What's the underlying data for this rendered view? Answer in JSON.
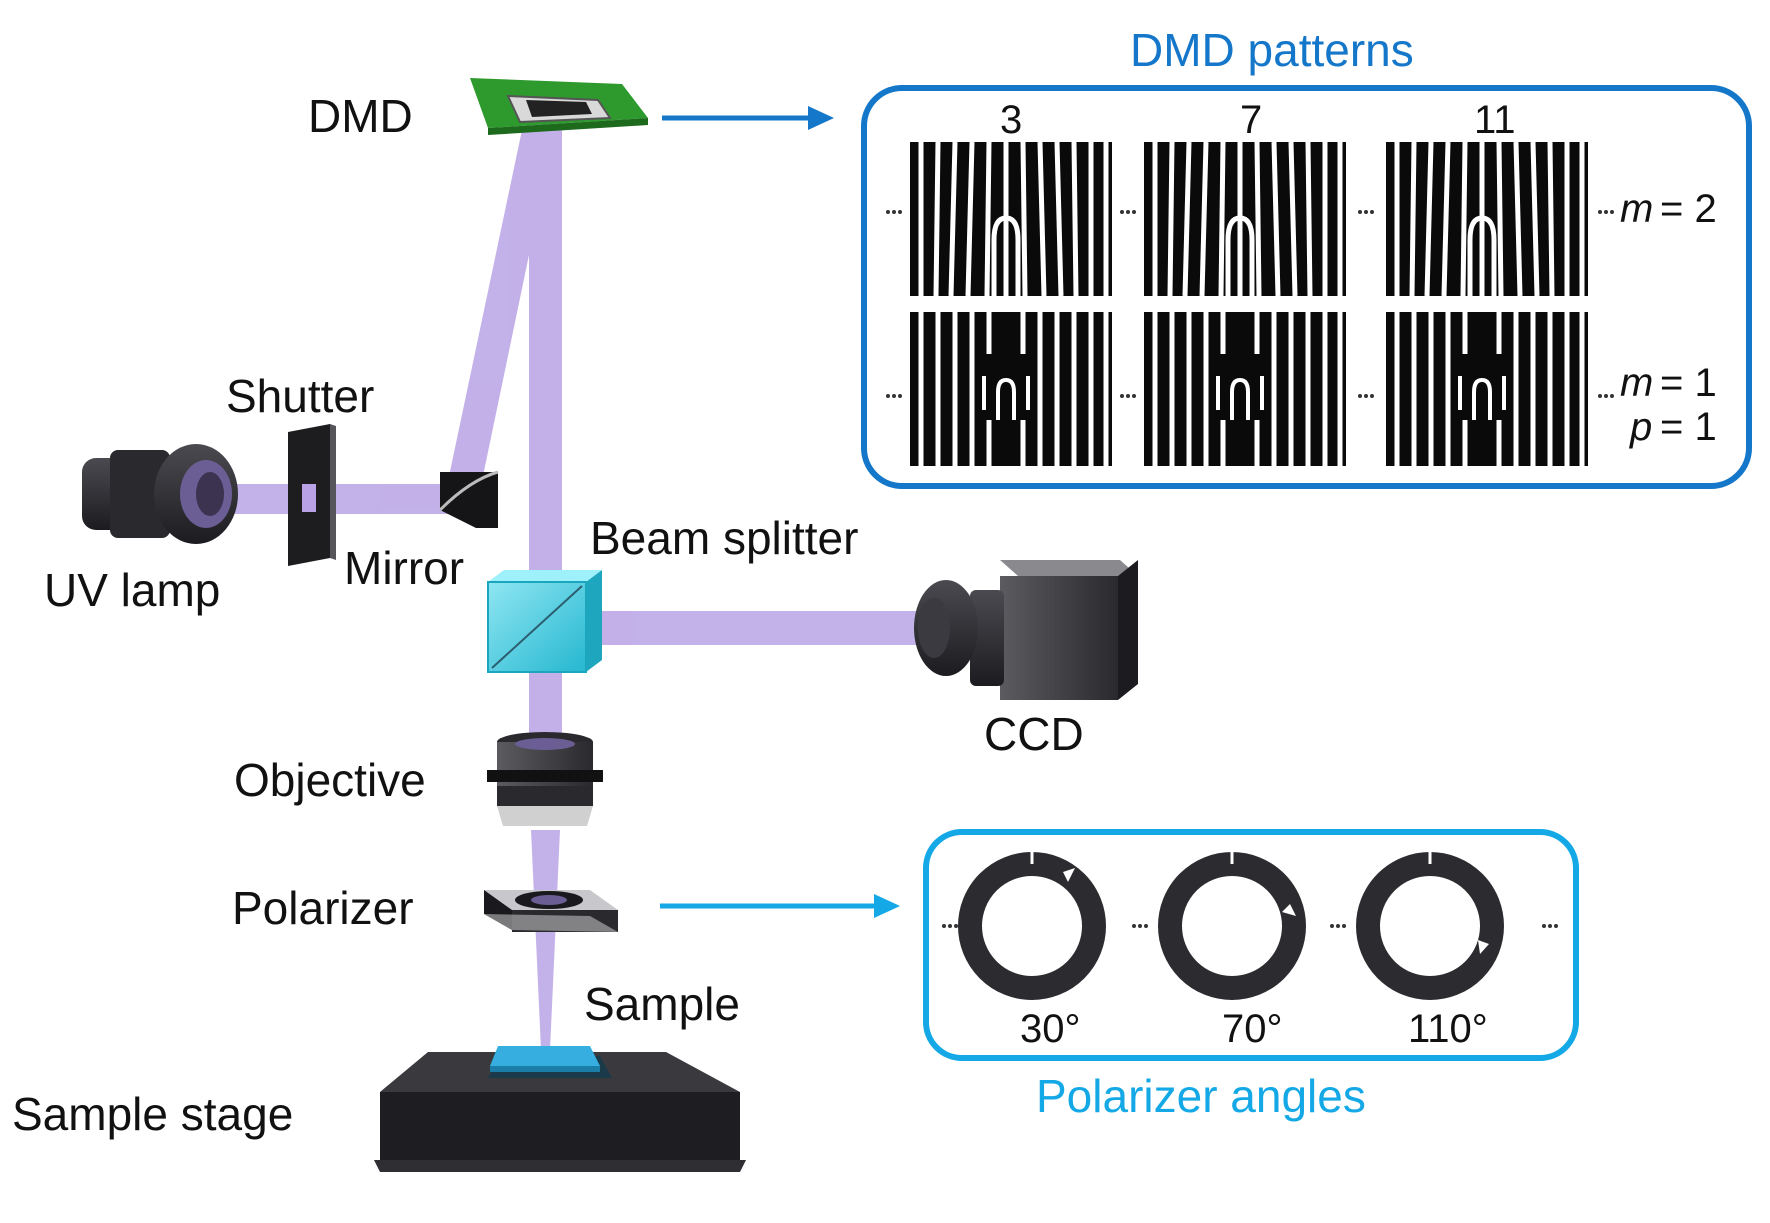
{
  "labels": {
    "dmd": "DMD",
    "shutter": "Shutter",
    "uv_lamp": "UV lamp",
    "mirror": "Mirror",
    "beam_splitter": "Beam splitter",
    "ccd": "CCD",
    "objective": "Objective",
    "polarizer": "Polarizer",
    "sample": "Sample",
    "sample_stage": "Sample stage"
  },
  "dmd_patterns": {
    "title": "DMD patterns",
    "columns": [
      "3",
      "7",
      "11"
    ],
    "row1": {
      "m_symbol": "m",
      "m_value": "= 2"
    },
    "row2": {
      "m_symbol": "m",
      "m_value": "= 1",
      "p_symbol": "p",
      "p_value": "= 1"
    },
    "colors": {
      "frame": "#1577c9"
    }
  },
  "polarizer_angles": {
    "title": "Polarizer angles",
    "angles": [
      "30°",
      "70°",
      "110°"
    ],
    "colors": {
      "frame": "#14a9e6"
    }
  },
  "colors": {
    "beam": "#b9a3e6",
    "dmd_board": "#2e9a2e",
    "beam_splitter": "#3fd0e6",
    "dark_device": "#2e2e33"
  }
}
